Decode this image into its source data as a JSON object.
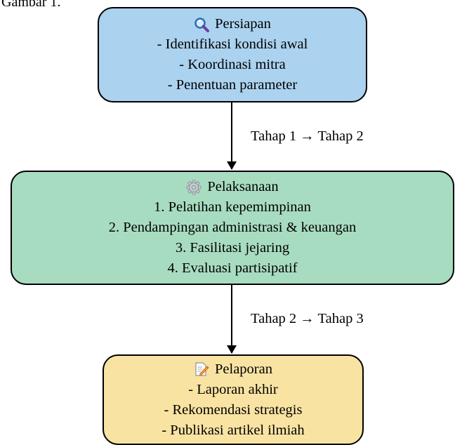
{
  "caption": "Gambar 1.",
  "nodes": [
    {
      "icon": "magnifier-icon",
      "title": "Persiapan",
      "lines": [
        "- Identifikasi kondisi awal",
        "- Koordinasi mitra",
        "- Penentuan parameter"
      ],
      "color": "#abd2ef"
    },
    {
      "icon": "gear-icon",
      "title": "Pelaksanaan",
      "lines": [
        "1. Pelatihan kepemimpinan",
        "2. Pendampingan administrasi & keuangan",
        "3. Fasilitasi jejaring",
        "4. Evaluasi partisipatif"
      ],
      "color": "#a8dcc0"
    },
    {
      "icon": "memo-pencil-icon",
      "title": "Pelaporan",
      "lines": [
        "- Laporan akhir",
        "- Rekomendasi strategis",
        "- Publikasi artikel ilmiah"
      ],
      "color": "#f9e3a2"
    }
  ],
  "edges": [
    {
      "from": "Persiapan",
      "to": "Pelaksanaan",
      "label": "Tahap 1 → Tahap 2"
    },
    {
      "from": "Pelaksanaan",
      "to": "Pelaporan",
      "label": "Tahap 2 → Tahap 3"
    }
  ]
}
